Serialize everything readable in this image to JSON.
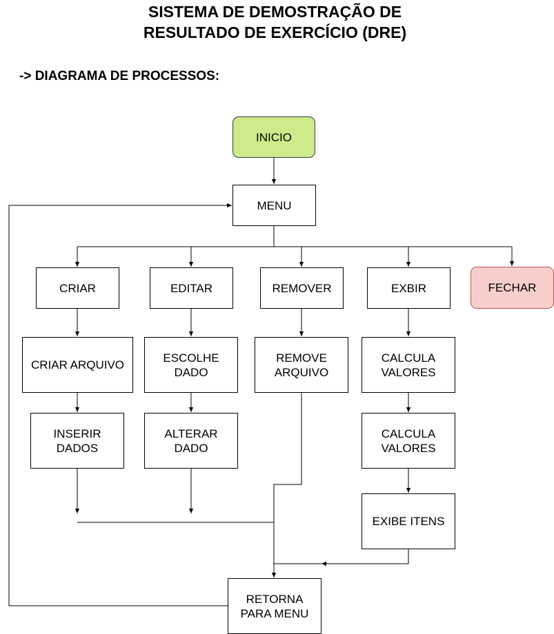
{
  "header": {
    "title_line1": "SISTEMA DE DEMOSTRAÇÃO DE",
    "title_line2": "RESULTADO DE EXERCÍCIO (DRE)",
    "subtitle": "-> DIAGRAMA DE PROCESSOS:"
  },
  "nodes": {
    "inicio": "INICIO",
    "menu": "MENU",
    "criar": "CRIAR",
    "editar": "EDITAR",
    "remover": "REMOVER",
    "exbir": "EXBIR",
    "fechar": "FECHAR",
    "criar_arquivo": "CRIAR ARQUIVO",
    "escolhe_dado_1": "ESCOLHE",
    "escolhe_dado_2": "DADO",
    "remove_arquivo_1": "REMOVE",
    "remove_arquivo_2": "ARQUIVO",
    "calcula_valores_a_1": "CALCULA",
    "calcula_valores_a_2": "VALORES",
    "inserir_dados_1": "INSERIR",
    "inserir_dados_2": "DADOS",
    "alterar_dado_1": "ALTERAR",
    "alterar_dado_2": "DADO",
    "calcula_valores_b_1": "CALCULA",
    "calcula_valores_b_2": "VALORES",
    "exibe_itens": "EXIBE ITENS",
    "retorna_1": "RETORNA",
    "retorna_2": "PARA MENU"
  },
  "colors": {
    "start": "#cdeb8b",
    "end": "#f8cecc",
    "end_border": "#b85450",
    "line": "#000000"
  }
}
